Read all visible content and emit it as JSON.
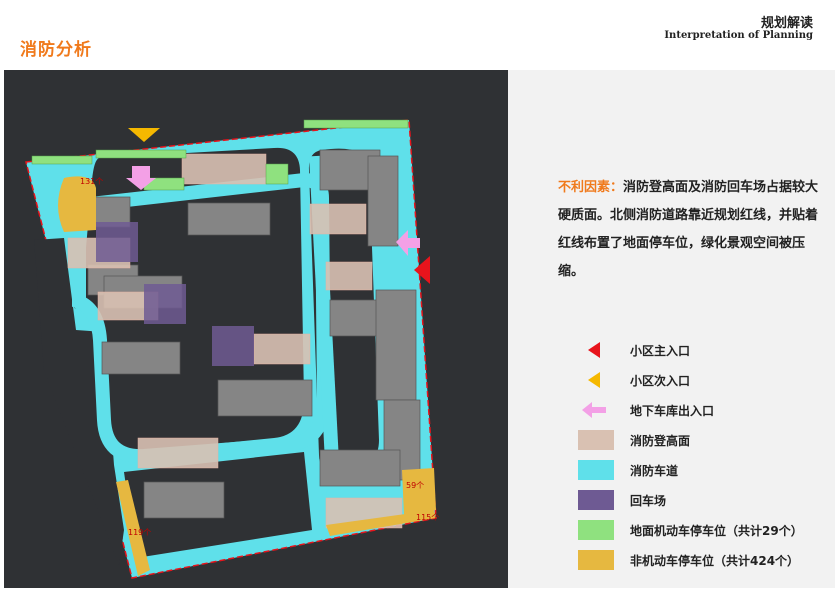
{
  "page": {
    "title": "消防分析",
    "header_cn": "规划解读",
    "header_en": "Interpretation of Planning"
  },
  "description": {
    "lead": "不利因素：",
    "text": "消防登高面及消防回车场占据较大硬质面。北侧消防道路靠近规划红线，并贴着红线布置了地面停车位，绿化景观空间被压缩。"
  },
  "map_labels": {
    "parking_top_left": "131个",
    "parking_right": "59个",
    "parking_bottom_right": "115个",
    "parking_bottom_left": "119个"
  },
  "legend": [
    {
      "label": "小区主入口",
      "symbol": "red-triangle-icon",
      "color": "#e8141c"
    },
    {
      "label": "小区次入口",
      "symbol": "yellow-triangle-icon",
      "color": "#f5b800"
    },
    {
      "label": "地下车库出入口",
      "symbol": "pink-arrow-icon",
      "color": "#f3a0e6"
    },
    {
      "label": "消防登高面",
      "symbol": "swatch",
      "color": "#d9c1b2"
    },
    {
      "label": "消防车道",
      "symbol": "swatch",
      "color": "#5fe0ea"
    },
    {
      "label": "回车场",
      "symbol": "swatch",
      "color": "#6e5a93"
    },
    {
      "label": "地面机动车停车位（共计29个）",
      "symbol": "swatch",
      "color": "#8fe17f"
    },
    {
      "label": "非机动车停车位（共计424个）",
      "symbol": "swatch",
      "color": "#e6b840"
    }
  ]
}
